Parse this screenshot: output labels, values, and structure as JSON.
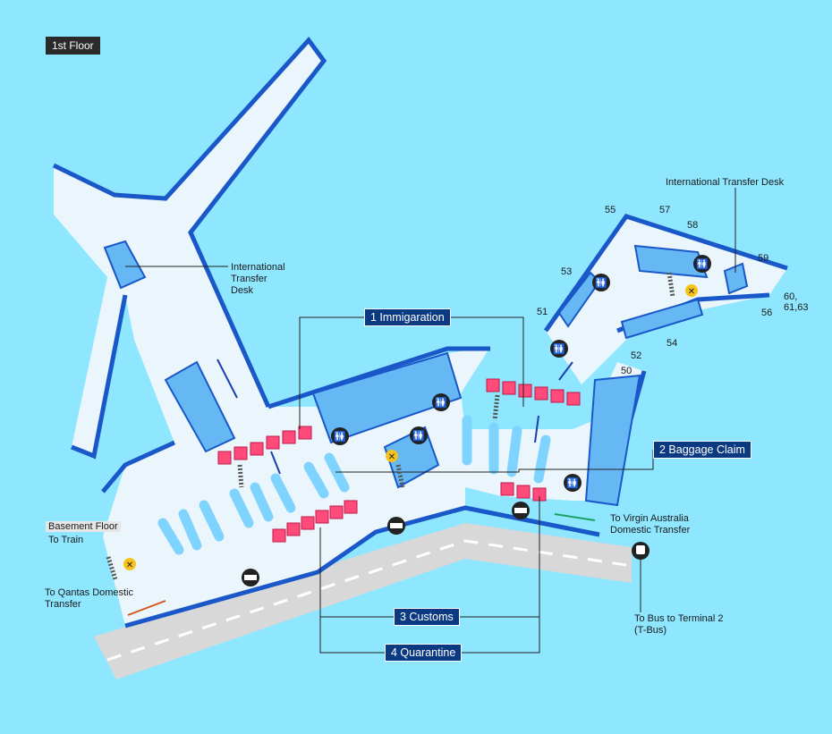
{
  "floor_label": "1st Floor",
  "steps": {
    "immigration": "1 Immigaration",
    "baggage": "2 Baggage Claim",
    "customs": "3 Customs",
    "quarantine": "4 Quarantine"
  },
  "labels": {
    "transfer_desk_west": [
      "International",
      "Transfer",
      "Desk"
    ],
    "transfer_desk_east": "International Transfer Desk",
    "basement": "Basement Floor",
    "to_train": "To Train",
    "qantas": [
      "To Qantas Domestic",
      "Transfer"
    ],
    "virgin": [
      "To Virgin Australia",
      "Domestic Transfer"
    ],
    "bus": [
      "To Bus to Terminal 2",
      "(T-Bus)"
    ]
  },
  "gates": [
    "55",
    "57",
    "58",
    "59",
    "53",
    "60,",
    "61,63",
    "56",
    "51",
    "54",
    "52",
    "50"
  ],
  "colors": {
    "background": "#8ee6ff",
    "floor": "#eaf6fb",
    "wall": "#1a57c9",
    "facility": "#66b8f5",
    "counter": "#ff4a7a",
    "step_badge": "#0b3a82",
    "road": "#d8d8d8",
    "arrow_virgin": "#1aa060",
    "arrow_qantas": "#d0581e"
  },
  "icons": [
    "toilet-icon",
    "escalator-icon",
    "no-entry-icon",
    "baggage-service-icon",
    "bus-icon"
  ]
}
